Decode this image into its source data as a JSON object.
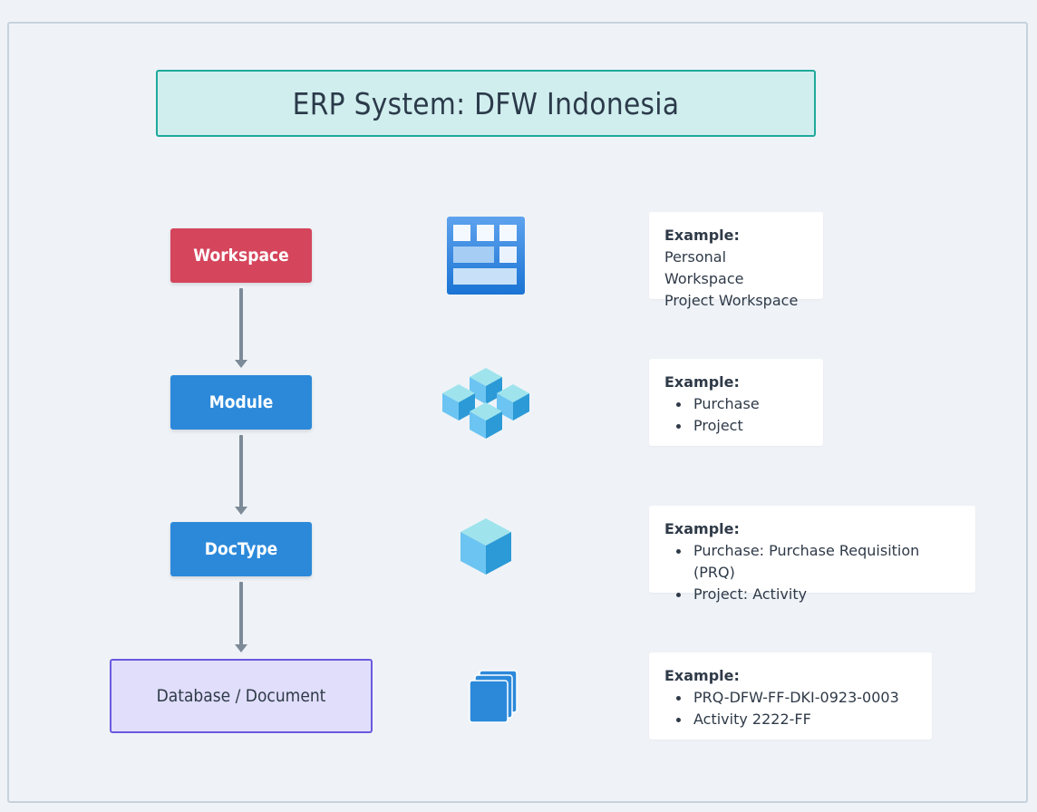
{
  "title": "ERP System: DFW Indonesia",
  "colors": {
    "title_fill": "#d1eeee",
    "title_border": "#1fa99b",
    "workspace": "#d5455c",
    "module": "#2c89da",
    "doctype": "#2c89da",
    "database_fill": "#e0defb",
    "database_border": "#6b5adf",
    "arrow": "#7d8a98"
  },
  "levels": [
    {
      "label": "Workspace",
      "icon": "grid-layout-icon",
      "example_heading": "Example:",
      "examples": [
        "Personal Workspace",
        "Project Workspace"
      ],
      "bulleted": false
    },
    {
      "label": "Module",
      "icon": "cubes-cluster-icon",
      "example_heading": "Example:",
      "examples": [
        "Purchase",
        "Project"
      ],
      "bulleted": true
    },
    {
      "label": "DocType",
      "icon": "cube-icon",
      "example_heading": "Example:",
      "examples": [
        "Purchase: Purchase Requisition (PRQ)",
        "Project: Activity"
      ],
      "bulleted": true
    },
    {
      "label": "Database / Document",
      "icon": "document-stack-icon",
      "example_heading": "Example:",
      "examples": [
        "PRQ-DFW-FF-DKI-0923-0003",
        "Activity 2222-FF"
      ],
      "bulleted": true
    }
  ]
}
